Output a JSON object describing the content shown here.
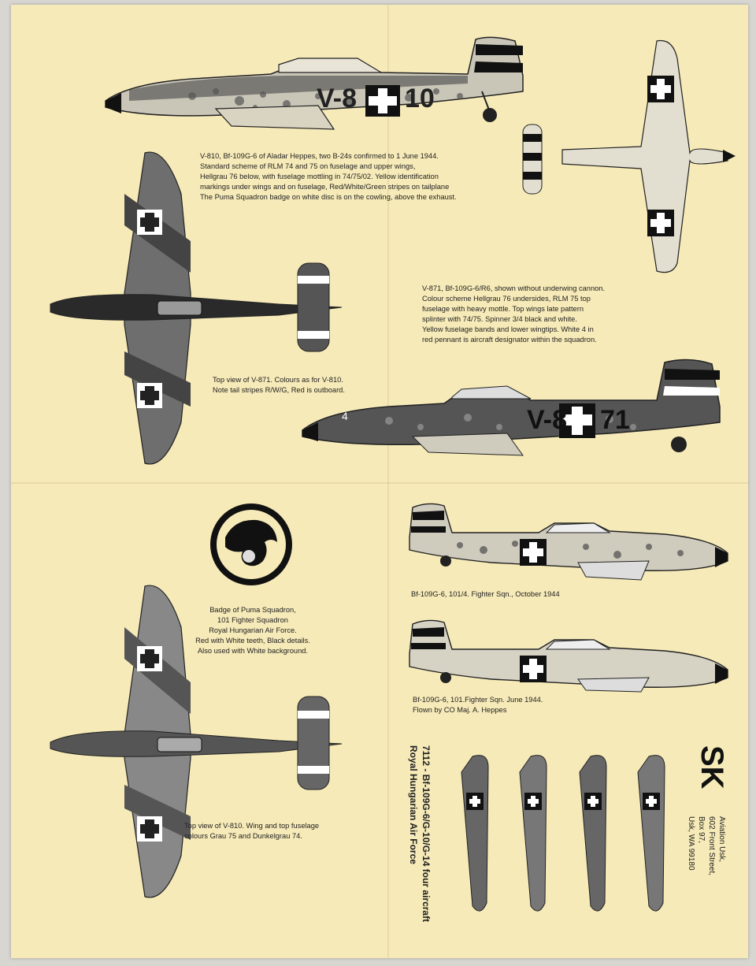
{
  "captions": {
    "v810_main": [
      "V-810, Bf-109G-6 of Aladar Heppes, two B-24s confirmed to 1 June 1944.",
      "Standard scheme of RLM 74 and 75 on fuselage and upper wings,",
      "Hellgrau 76 below, with fuselage mottling in 74/75/02. Yellow identification",
      "markings under wings and on fuselage, Red/White/Green stripes on tailplane",
      "The Puma Squadron badge on white disc is on the cowling, above the exhaust."
    ],
    "v871_main": [
      "V-871, Bf-109G-6/R6, shown without underwing cannon.",
      "Colour scheme  Hellgrau 76 undersides, RLM 75 top",
      "fuselage with heavy mottle. Top wings late pattern",
      "splinter with 74/75. Spinner 3/4 black and white.",
      "Yellow fuselage bands and lower wingtips. White 4 in",
      "red pennant is aircraft designator within the squadron."
    ],
    "topview_871": [
      "Top view of V-871. Colours as for V-810.",
      "Note tail stripes R/W/G, Red is outboard."
    ],
    "badge": [
      "Badge of Puma Squadron,",
      "101 Fighter Squadron",
      "Royal Hungarian Air Force.",
      "Red  with White teeth, Black details.",
      "Also used with White background."
    ],
    "side_101_4": [
      "Bf-109G-6, 101/4. Fighter Sqn.,  October 1944"
    ],
    "side_101": [
      "Bf-109G-6, 101.Fighter Sqn.   June 1944.",
      "Flown by CO Maj.  A. Heppes"
    ],
    "topview_810": [
      "Top view of V-810. Wing and top fuselage",
      "colours Grau 75 and Dunkelgrau 74."
    ]
  },
  "product": {
    "title": "7112 - Bf-109G-6/G-10/G-14    four aircraft",
    "subtitle": "Royal Hungarian Air Force"
  },
  "brand": {
    "logo": "SK",
    "address": [
      "Aviation Usk,",
      "602 Front Street,",
      "Box 97,",
      "Usk,  WA  99180"
    ]
  },
  "codes": {
    "v810_left": "V-8",
    "v810_right": "10",
    "v871_left": "V-8",
    "v871_right": "71",
    "pennant": "4"
  }
}
